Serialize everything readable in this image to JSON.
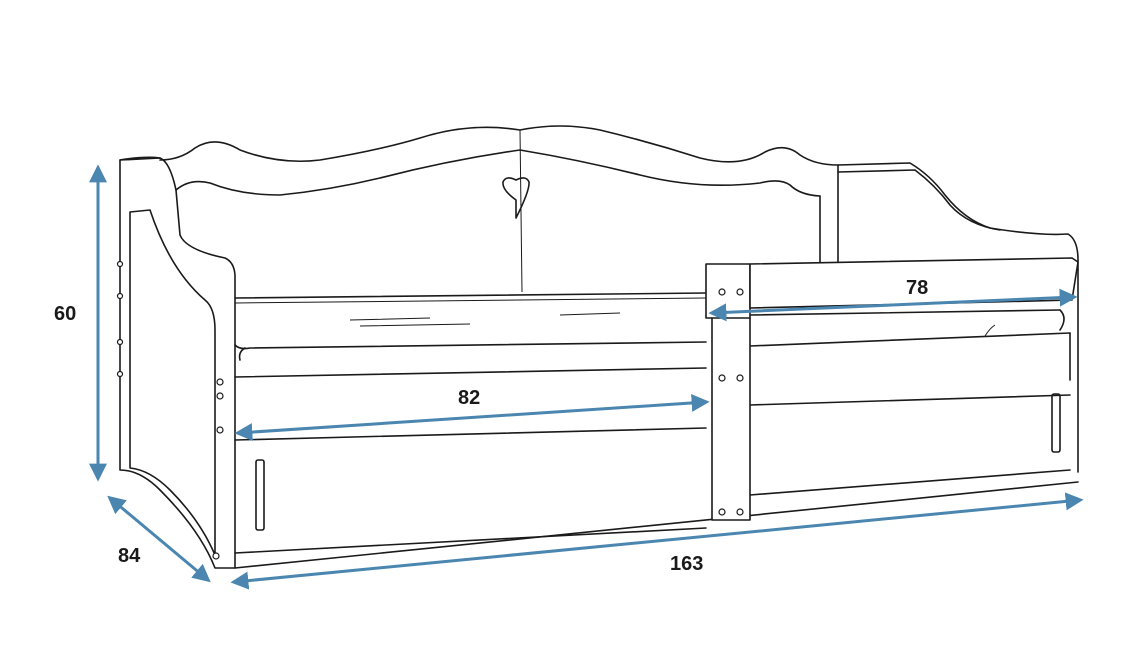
{
  "dimensions": {
    "height": "60",
    "depth": "84",
    "length": "163",
    "mattress_width": "82",
    "guard_length": "78"
  },
  "colors": {
    "dimension_arrow": "#4a86b0",
    "outline": "#1a1a1a",
    "background": "#ffffff"
  },
  "icons": {
    "heart": "heart-icon"
  }
}
